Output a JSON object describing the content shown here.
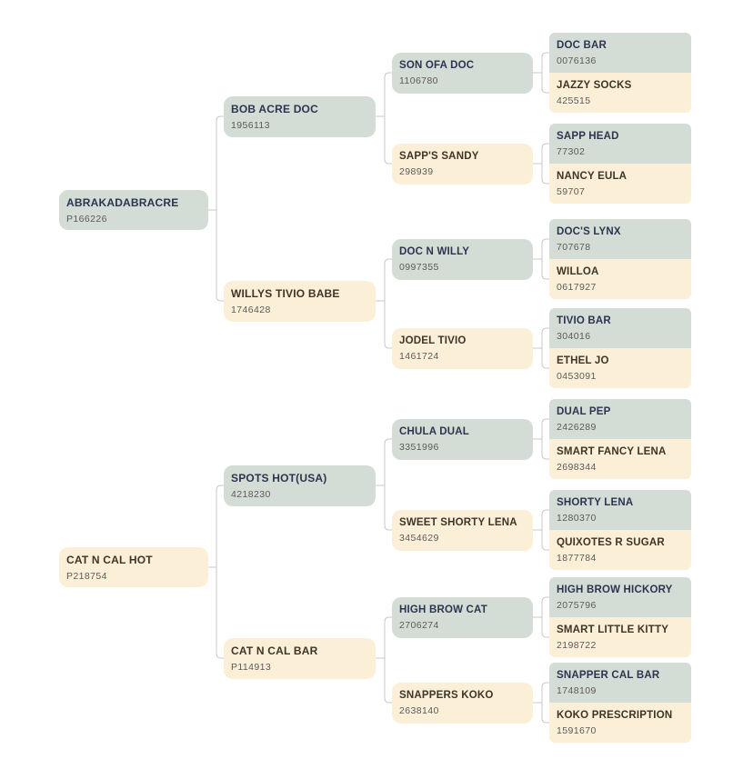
{
  "colors": {
    "sire": "#d3ddd6",
    "dam": "#fcefd7",
    "line": "#c8c8c8"
  },
  "pedigree": {
    "gen1": [
      {
        "name": "ABRAKADABRACRE",
        "reg": "P166226"
      },
      {
        "name": "CAT N CAL HOT",
        "reg": "P218754"
      }
    ],
    "gen2": [
      {
        "name": "BOB ACRE DOC",
        "reg": "1956113"
      },
      {
        "name": "WILLYS TIVIO BABE",
        "reg": "1746428"
      },
      {
        "name": "SPOTS HOT(USA)",
        "reg": "4218230"
      },
      {
        "name": "CAT N CAL BAR",
        "reg": "P114913"
      }
    ],
    "gen3": [
      {
        "name": "SON OFA DOC",
        "reg": "1106780"
      },
      {
        "name": "SAPP'S SANDY",
        "reg": "298939"
      },
      {
        "name": "DOC N WILLY",
        "reg": "0997355"
      },
      {
        "name": "JODEL TIVIO",
        "reg": "1461724"
      },
      {
        "name": "CHULA DUAL",
        "reg": "3351996"
      },
      {
        "name": "SWEET SHORTY LENA",
        "reg": "3454629"
      },
      {
        "name": "HIGH BROW CAT",
        "reg": "2706274"
      },
      {
        "name": "SNAPPERS KOKO",
        "reg": "2638140"
      }
    ],
    "gen4": [
      {
        "name": "DOC BAR",
        "reg": "0076136"
      },
      {
        "name": "JAZZY SOCKS",
        "reg": "425515"
      },
      {
        "name": "SAPP HEAD",
        "reg": "77302"
      },
      {
        "name": "NANCY EULA",
        "reg": "59707"
      },
      {
        "name": "DOC'S LYNX",
        "reg": "707678"
      },
      {
        "name": "WILLOA",
        "reg": "0617927"
      },
      {
        "name": "TIVIO BAR",
        "reg": "304016"
      },
      {
        "name": "ETHEL JO",
        "reg": "0453091"
      },
      {
        "name": "DUAL PEP",
        "reg": "2426289"
      },
      {
        "name": "SMART FANCY LENA",
        "reg": "2698344"
      },
      {
        "name": "SHORTY LENA",
        "reg": "1280370"
      },
      {
        "name": "QUIXOTES R SUGAR",
        "reg": "1877784"
      },
      {
        "name": "HIGH BROW HICKORY",
        "reg": "2075796"
      },
      {
        "name": "SMART LITTLE KITTY",
        "reg": "2198722"
      },
      {
        "name": "SNAPPER CAL BAR",
        "reg": "1748109"
      },
      {
        "name": "KOKO PRESCRIPTION",
        "reg": "1591670"
      }
    ]
  }
}
